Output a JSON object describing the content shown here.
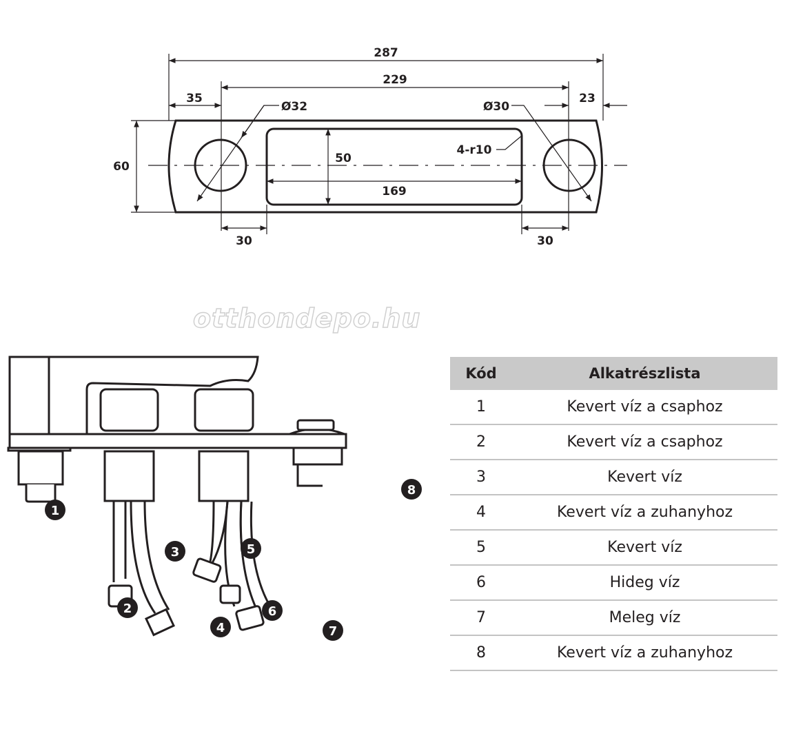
{
  "top_drawing": {
    "dimensions": {
      "overall_length": "287",
      "hole_spacing": "229",
      "left_offset": "35",
      "right_offset": "23",
      "height": "60",
      "slot_height": "50",
      "slot_length": "169",
      "left_gap": "30",
      "right_gap": "30",
      "left_hole_diameter": "Ø32",
      "right_hole_diameter": "Ø30",
      "corner_radius": "4-r10"
    }
  },
  "watermark": "otthondepo.hu",
  "callouts": [
    "1",
    "2",
    "3",
    "4",
    "5",
    "6",
    "7",
    "8"
  ],
  "parts_table": {
    "headers": [
      "Kód",
      "Alkatrészlista"
    ],
    "rows": [
      {
        "code": "1",
        "name": "Kevert víz a csaphoz"
      },
      {
        "code": "2",
        "name": "Kevert víz a csaphoz"
      },
      {
        "code": "3",
        "name": "Kevert víz"
      },
      {
        "code": "4",
        "name": "Kevert víz a zuhanyhoz"
      },
      {
        "code": "5",
        "name": "Kevert víz"
      },
      {
        "code": "6",
        "name": "Hideg víz"
      },
      {
        "code": "7",
        "name": "Meleg víz"
      },
      {
        "code": "8",
        "name": "Kevert víz a zuhanyhoz"
      }
    ]
  }
}
